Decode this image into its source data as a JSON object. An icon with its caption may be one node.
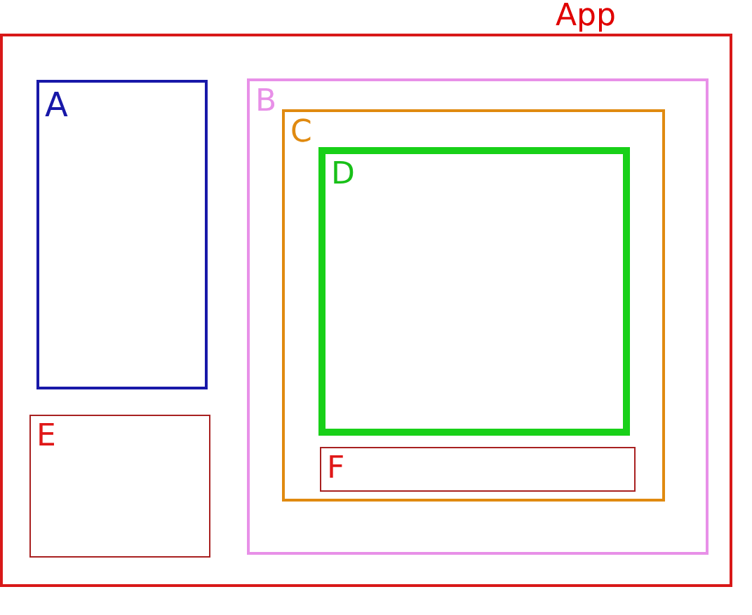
{
  "diagram": {
    "nodes": [
      {
        "text": [
          "App"
        ]
      },
      {
        "text": [
          "A"
        ],
        "in": 0
      },
      {
        "text": [
          "B"
        ],
        "in": 0
      },
      {
        "text": [
          "C"
        ],
        "in": 2
      },
      {
        "text": [
          "D"
        ],
        "in": 3
      },
      {
        "text": [
          "E"
        ],
        "in": 0
      },
      {
        "text": [
          "F"
        ],
        "in": 3
      }
    ]
  }
}
